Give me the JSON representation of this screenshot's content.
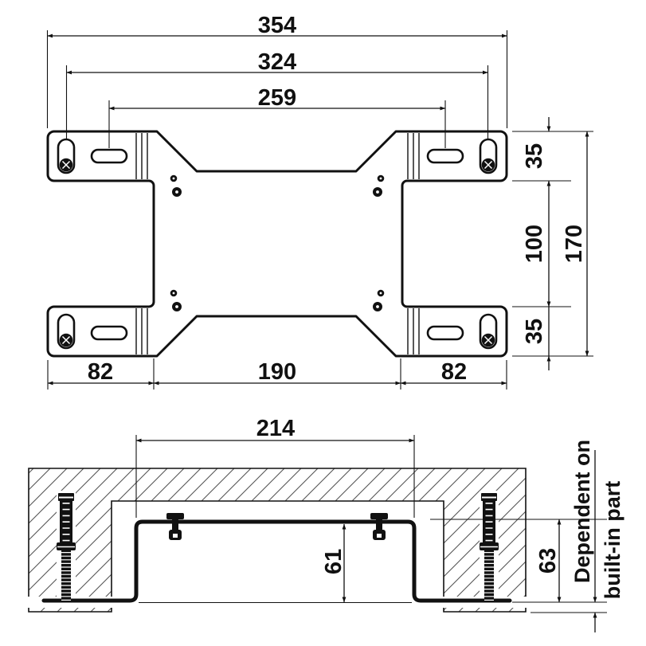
{
  "drawing": {
    "type": "technical-dimension-drawing",
    "colors": {
      "line": "#111111",
      "hatch": "#555555",
      "background": "#ffffff"
    },
    "top_view": {
      "overall_width": "354",
      "outer_slot_spacing": "324",
      "inner_slot_spacing": "259",
      "top_tab_height": "35",
      "inner_height": "100",
      "overall_height": "170",
      "bottom_tab_height": "35",
      "left_tab_width": "82",
      "center_width": "190",
      "right_tab_width": "82"
    },
    "section_view": {
      "rail_spacing": "214",
      "inner_height": "61",
      "outer_height": "63",
      "note_line1": "Dependent on",
      "note_line2": "built-in part"
    }
  }
}
